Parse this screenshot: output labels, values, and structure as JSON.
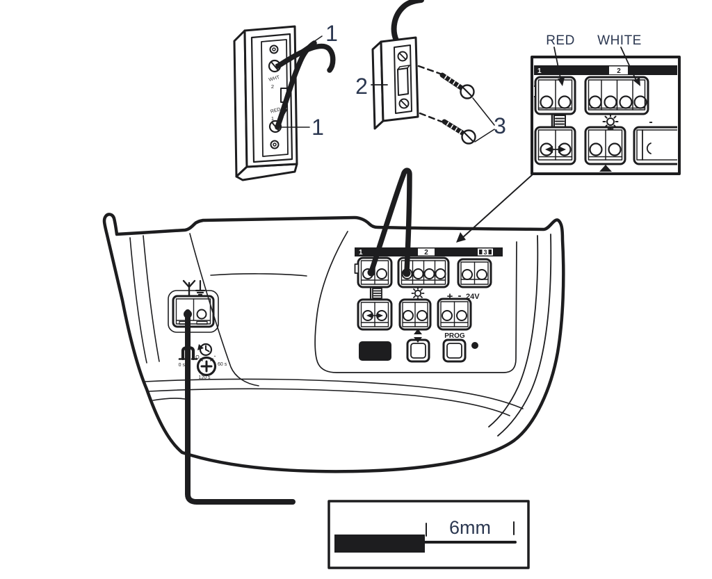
{
  "figure": {
    "callouts": {
      "one_top": "1",
      "one_bottom": "1",
      "two": "2",
      "three": "3"
    },
    "wall_console": {
      "wht_label": "WHT",
      "wht_terminal_num": "2",
      "red_label": "RED",
      "red_terminal_num": "1"
    },
    "inset": {
      "red_wire_label": "RED",
      "white_wire_label": "WHITE",
      "zone1": "1",
      "zone2": "2",
      "minus": "-"
    },
    "panel": {
      "zone1": "1",
      "zone2": "2",
      "zone3": "3",
      "plus": "+",
      "minus": "-",
      "volts": "24V",
      "prog": "PROG"
    },
    "side_controls": {
      "dial_off": "O",
      "dial_minus": "-",
      "dial_left": "0 s",
      "dial_right": "60 s",
      "dial_bottom": "120 s"
    },
    "strip_gauge": {
      "length": "6mm"
    }
  },
  "colors": {
    "line": "#1d1d1f",
    "callout_text": "#2b3750",
    "background": "#ffffff"
  }
}
